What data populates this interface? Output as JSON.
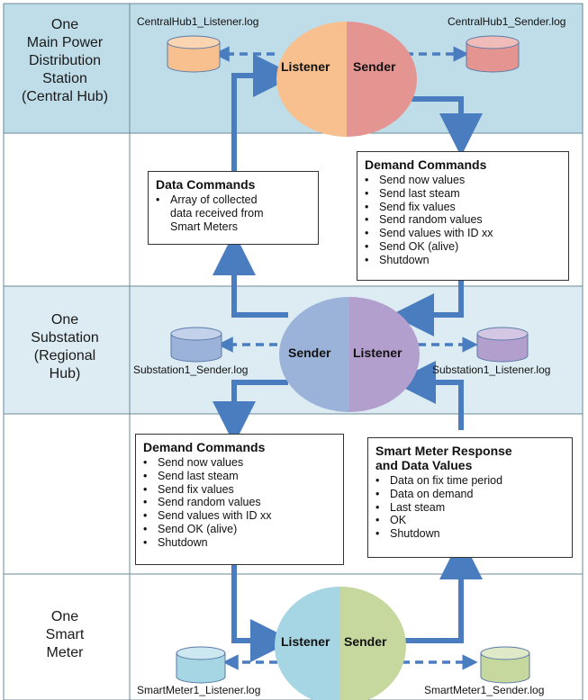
{
  "bands": [
    {
      "lines": [
        "One",
        "Main Power",
        "Distribution",
        "Station",
        "(Central Hub)"
      ],
      "color": "#bfdde8"
    },
    {
      "lines": [],
      "color": "#ffffff"
    },
    {
      "lines": [
        "One",
        "Substation",
        "(Regional",
        "Hub)"
      ],
      "color": "#dcecf2"
    },
    {
      "lines": [],
      "color": "#ffffff"
    },
    {
      "lines": [
        "One",
        "Smart",
        "Meter"
      ],
      "color": "#ffffff"
    }
  ],
  "nodes": {
    "central": {
      "left": "Listener",
      "right": "Sender",
      "left_color": "#f8c08e",
      "right_color": "#e49592"
    },
    "substation": {
      "left": "Sender",
      "right": "Listener",
      "left_color": "#9bb3d9",
      "right_color": "#b29fcd"
    },
    "meter": {
      "left": "Listener",
      "right": "Sender",
      "left_color": "#a6d6e3",
      "right_color": "#c6d89e"
    }
  },
  "logs": {
    "central_listener": "CentralHub1_Listener.log",
    "central_sender": "CentralHub1_Sender.log",
    "sub_sender": "Substation1_Sender.log",
    "sub_listener": "Substation1_Listener.log",
    "meter_listener": "SmartMeter1_Listener.log",
    "meter_sender": "SmartMeter1_Sender.log"
  },
  "boxes": {
    "data_commands": {
      "title": "Data Commands",
      "items": [
        "Array of collected",
        "data received from",
        "Smart Meters"
      ]
    },
    "demand_commands_top": {
      "title": "Demand Commands",
      "items": [
        "Send now values",
        "Send last steam",
        "Send fix values",
        "Send random values",
        "Send values with ID xx",
        "Send OK (alive)",
        "Shutdown"
      ]
    },
    "demand_commands_bottom": {
      "title": "Demand Commands",
      "items": [
        "Send now values",
        "Send last steam",
        "Send fix values",
        "Send random values",
        "Send values with ID xx",
        "Send OK (alive)",
        "Shutdown"
      ]
    },
    "meter_response": {
      "title_lines": [
        "Smart Meter Response",
        "and Data Values"
      ],
      "items": [
        "Data on fix time period",
        "Data on demand",
        "Last steam",
        "OK",
        "Shutdown"
      ]
    }
  },
  "colors": {
    "arrow": "#4a7cc0",
    "db_central_listener": "#f8c08e",
    "db_central_sender": "#e49592",
    "db_sub": "#9bb3d9",
    "db_sub_listener": "#b29fcd",
    "db_meter_listener": "#a6d6e3",
    "db_meter_sender": "#c6d89e"
  }
}
